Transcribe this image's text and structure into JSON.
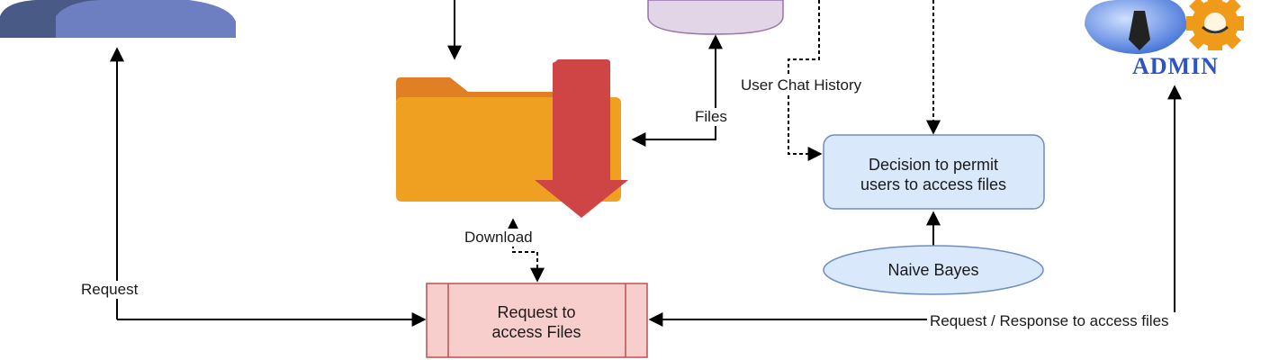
{
  "nodes": {
    "request_box": {
      "line1": "Request to",
      "line2": "access Files"
    },
    "decision_box": {
      "line1": "Decision to permit",
      "line2": "users to access files"
    },
    "naive_bayes": {
      "label": "Naive Bayes"
    },
    "admin": {
      "label": "ADMIN"
    }
  },
  "edge_labels": {
    "request": "Request",
    "download": "Download",
    "files": "Files",
    "user_chat_history": "User Chat History",
    "request_response": "Request / Response to access files"
  },
  "colors": {
    "user_dark": "#4a5a86",
    "user_light": "#6d7fc0",
    "database": "#e1d5e7",
    "folder_back": "#e07f24",
    "folder_front": "#f0a020",
    "download_arrow": "#cf4444",
    "request_box": "#f8cecc",
    "request_border": "#b85450",
    "decision_box": "#dae8fc",
    "decision_border": "#6c8ebf",
    "admin_blue": "#2a54c8",
    "gear": "#f09a1a"
  }
}
